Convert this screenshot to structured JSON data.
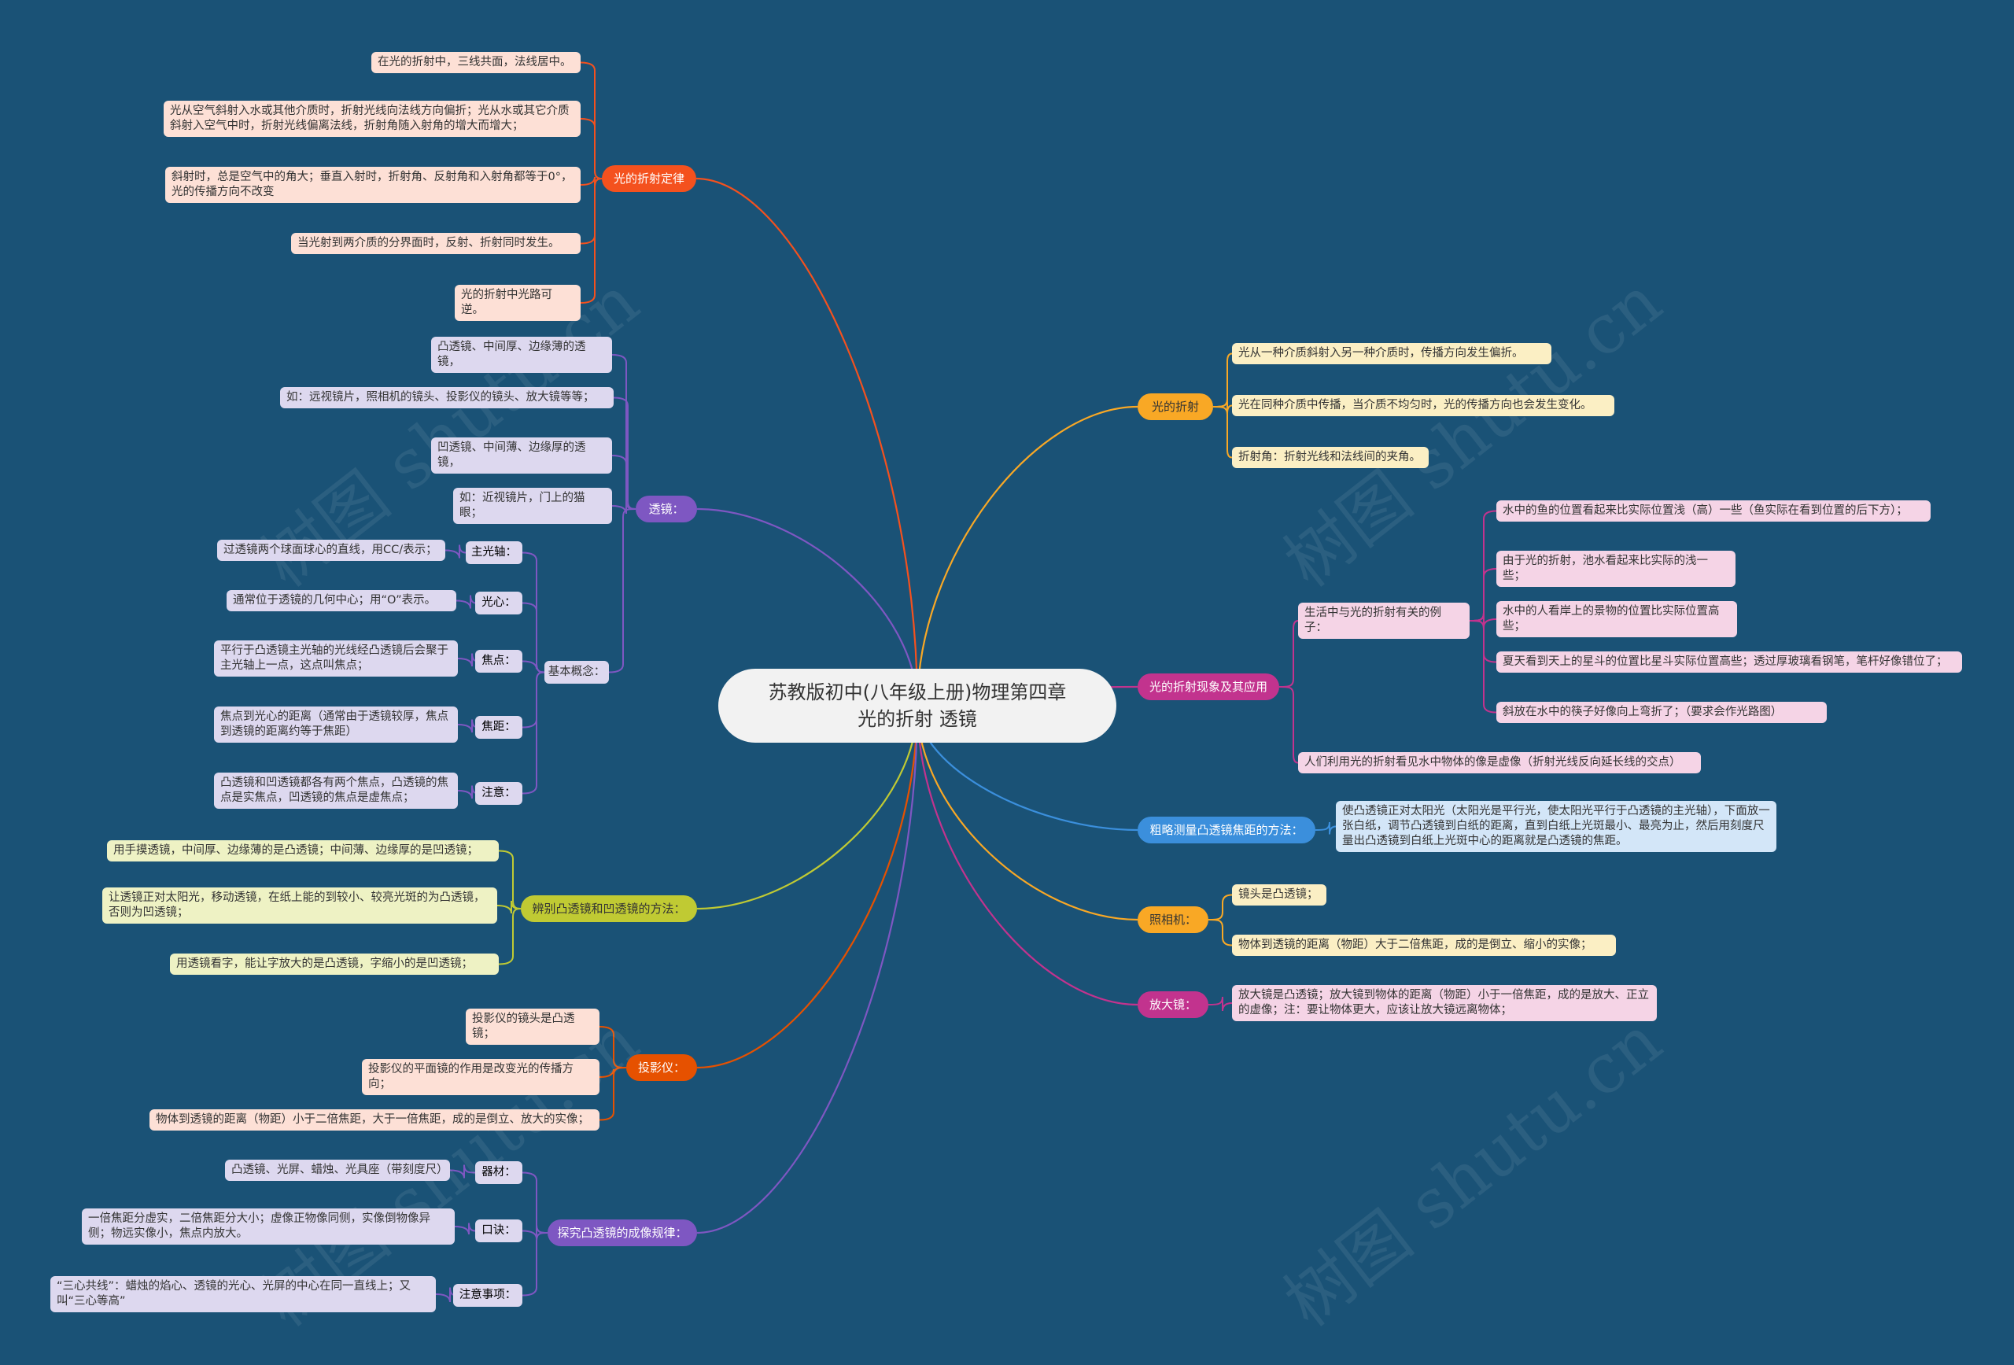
{
  "center": "苏教版初中(八年级上册)物理第四章\n光的折射 透镜",
  "watermark": "树图 shutu.cn",
  "colors": {
    "background": "#1a5276",
    "orange": "#f4511e",
    "purple": "#7e57c2",
    "lime": "#c0ca33",
    "darkorange": "#e65100",
    "amber": "#f9a825",
    "magenta": "#c2338e",
    "blue": "#3b8fdc"
  },
  "branches": {
    "refraction_law": {
      "label": "光的折射定律",
      "items": [
        "在光的折射中，三线共面，法线居中。",
        "光从空气斜射入水或其他介质时，折射光线向法线方向偏折；光从水或其它介质斜射入空气中时，折射光线偏离法线，折射角随入射角的增大而增大；",
        "斜射时，总是空气中的角大；垂直入射时，折射角、反射角和入射角都等于0°，光的传播方向不改变",
        "当光射到两介质的分界面时，反射、折射同时发生。",
        "光的折射中光路可逆。"
      ]
    },
    "lens": {
      "label": "透镜：",
      "items": [
        "凸透镜、中间厚、边缘薄的透镜，",
        "如：远视镜片，照相机的镜头、投影仪的镜头、放大镜等等；",
        "凹透镜、中间薄、边缘厚的透镜，",
        "如：近视镜片，门上的猫眼；"
      ],
      "basic": {
        "label": "基本概念：",
        "items": [
          {
            "label": "主光轴：",
            "text": "过透镜两个球面球心的直线，用CC/表示；"
          },
          {
            "label": "光心：",
            "text": "通常位于透镜的几何中心；用“O”表示。"
          },
          {
            "label": "焦点：",
            "text": "平行于凸透镜主光轴的光线经凸透镜后会聚于主光轴上一点，这点叫焦点；"
          },
          {
            "label": "焦距：",
            "text": "焦点到光心的距离（通常由于透镜较厚，焦点到透镜的距离约等于焦距）"
          },
          {
            "label": "注意：",
            "text": "凸透镜和凹透镜都各有两个焦点，凸透镜的焦点是实焦点，凹透镜的焦点是虚焦点；"
          }
        ]
      }
    },
    "distinguish": {
      "label": "辨别凸透镜和凹透镜的方法：",
      "items": [
        "用手摸透镜，中间厚、边缘薄的是凸透镜；中间薄、边缘厚的是凹透镜；",
        "让透镜正对太阳光，移动透镜，在纸上能的到较小、较亮光斑的为凸透镜，否则为凹透镜；",
        "用透镜看字，能让字放大的是凸透镜，字缩小的是凹透镜；"
      ]
    },
    "projector": {
      "label": "投影仪：",
      "items": [
        "投影仪的镜头是凸透镜；",
        "投影仪的平面镜的作用是改变光的传播方向；",
        "物体到透镜的距离（物距）小于二倍焦距，大于一倍焦距，成的是倒立、放大的实像；"
      ]
    },
    "explore": {
      "label": "探究凸透镜的成像规律：",
      "items": [
        {
          "label": "器材：",
          "text": "凸透镜、光屏、蜡烛、光具座（带刻度尺）"
        },
        {
          "label": "口诀：",
          "text": "一倍焦距分虚实，二倍焦距分大小；虚像正物像同侧，实像倒物像异侧；物远实像小，焦点内放大。"
        },
        {
          "label": "注意事项：",
          "text": "“三心共线”：蜡烛的焰心、透镜的光心、光屏的中心在同一直线上；又叫“三心等高”"
        }
      ]
    },
    "refraction": {
      "label": "光的折射",
      "items": [
        "光从一种介质斜射入另一种介质时，传播方向发生偏折。",
        "光在同种介质中传播，当介质不均匀时，光的传播方向也会发生变化。",
        "折射角：折射光线和法线间的夹角。"
      ]
    },
    "phenomena": {
      "label": "光的折射现象及其应用",
      "examples": {
        "label": "生活中与光的折射有关的例子：",
        "items": [
          "水中的鱼的位置看起来比实际位置浅（高）一些（鱼实际在看到位置的后下方）；",
          "由于光的折射，池水看起来比实际的浅一些；",
          "水中的人看岸上的景物的位置比实际位置高些；",
          "夏天看到天上的星斗的位置比星斗实际位置高些；透过厚玻璃看钢笔，笔杆好像错位了；",
          "斜放在水中的筷子好像向上弯折了；（要求会作光路图）"
        ]
      },
      "virtual": "人们利用光的折射看见水中物体的像是虚像（折射光线反向延长线的交点）"
    },
    "focal_method": {
      "label": "粗略测量凸透镜焦距的方法：",
      "text": "使凸透镜正对太阳光（太阳光是平行光，使太阳光平行于凸透镜的主光轴），下面放一张白纸，调节凸透镜到白纸的距离，直到白纸上光斑最小、最亮为止，然后用刻度尺量出凸透镜到白纸上光斑中心的距离就是凸透镜的焦距。"
    },
    "camera": {
      "label": "照相机：",
      "items": [
        "镜头是凸透镜；",
        "物体到透镜的距离（物距）大于二倍焦距，成的是倒立、缩小的实像；"
      ]
    },
    "magnifier": {
      "label": "放大镜：",
      "text": "放大镜是凸透镜；放大镜到物体的距离（物距）小于一倍焦距，成的是放大、正立的虚像；注：要让物体更大，应该让放大镜远离物体；"
    }
  }
}
